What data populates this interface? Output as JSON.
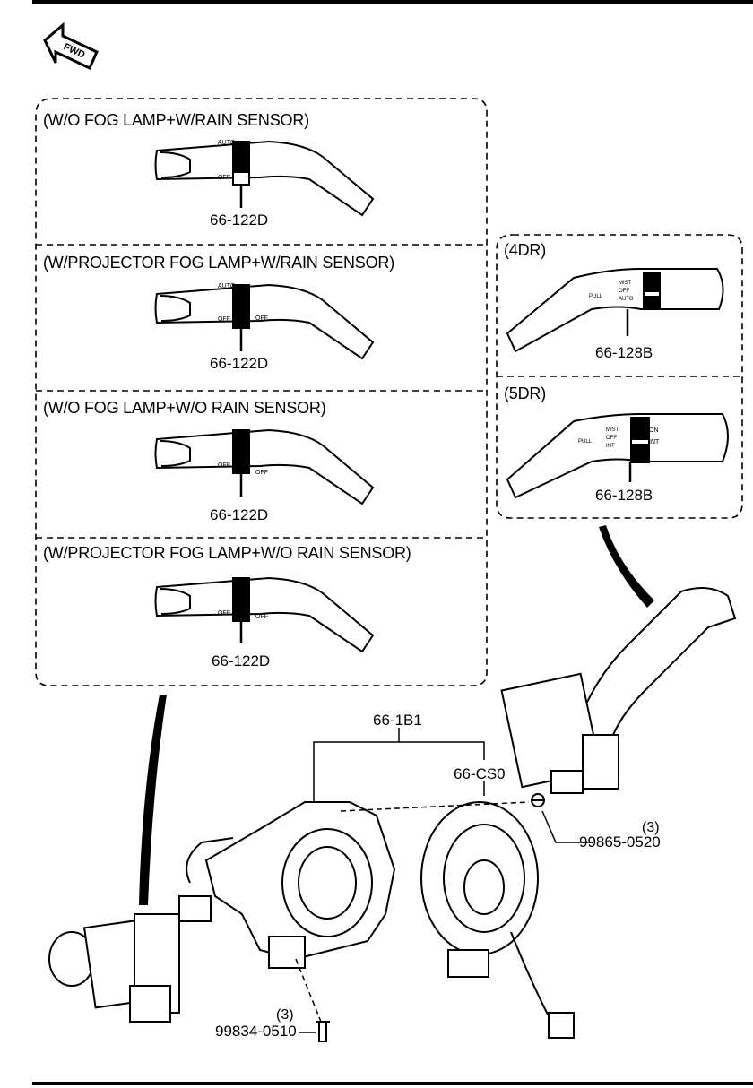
{
  "direction_arrow": {
    "label": "FWD"
  },
  "left_group": {
    "sections": [
      {
        "title": "(W/O FOG LAMP+W/RAIN SENSOR)",
        "part_number": "66-122D"
      },
      {
        "title": "(W/PROJECTOR FOG LAMP+W/RAIN SENSOR)",
        "part_number": "66-122D"
      },
      {
        "title": "(W/O FOG LAMP+W/O RAIN SENSOR)",
        "part_number": "66-122D"
      },
      {
        "title": "(W/PROJECTOR FOG LAMP+W/O RAIN SENSOR)",
        "part_number": "66-122D"
      }
    ]
  },
  "right_group": {
    "sections": [
      {
        "title": "(4DR)",
        "part_number": "66-128B"
      },
      {
        "title": "(5DR)",
        "part_number": "66-128B"
      }
    ]
  },
  "lever_markings": {
    "light_switch_rain": [
      "AUTO",
      "OFF"
    ],
    "light_switch_off": [
      "OFF"
    ],
    "wiper_4dr": [
      "MIST",
      "OFF",
      "AUTO",
      "PULL"
    ],
    "wiper_5dr": [
      "MIST",
      "OFF",
      "INT",
      "PULL",
      "INT",
      "ON"
    ]
  },
  "assembly": {
    "combination_switch": "66-1B1",
    "clock_spring": "66-CS0",
    "screw_right": {
      "qty": "(3)",
      "part_number": "99865-0520"
    },
    "screw_bottom": {
      "qty": "(3)",
      "part_number": "99834-0510"
    }
  }
}
